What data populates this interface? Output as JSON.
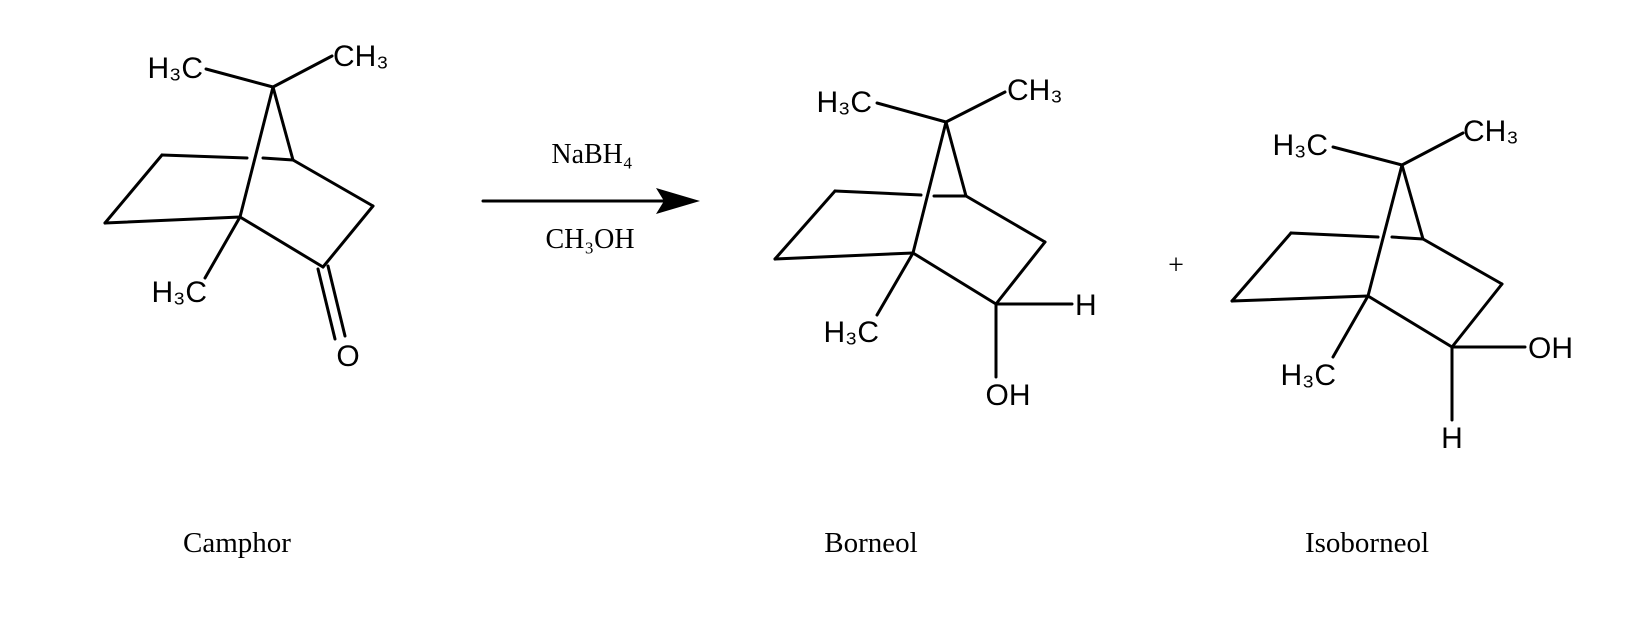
{
  "reaction": {
    "reagent_top": "NaBH₄",
    "reagent_bottom": "CH₃OH",
    "plus": "+"
  },
  "camphor": {
    "name": "Camphor",
    "labels": {
      "methyl_top_left": "H₃C",
      "methyl_top_right": "CH₃",
      "methyl_bottom": "H₃C",
      "oxygen": "O"
    }
  },
  "borneol": {
    "name": "Borneol",
    "labels": {
      "methyl_top_left": "H₃C",
      "methyl_top_right": "CH₃",
      "methyl_bottom": "H₃C",
      "hydrogen": "H",
      "hydroxyl": "OH"
    }
  },
  "isoborneol": {
    "name": "Isoborneol",
    "labels": {
      "methyl_top_left": "H₃C",
      "methyl_top_right": "CH₃",
      "methyl_bottom": "H₃C",
      "hydroxyl": "OH",
      "hydrogen": "H"
    }
  },
  "colors": {
    "ink": "#000000",
    "background": "#ffffff"
  }
}
